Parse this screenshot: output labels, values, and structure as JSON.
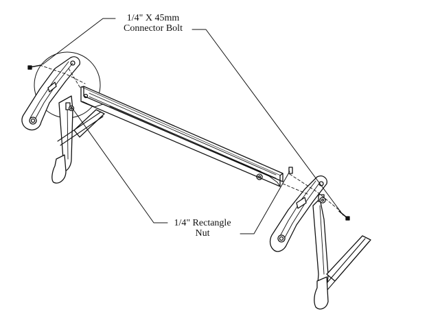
{
  "diagram": {
    "callouts": {
      "bolt": {
        "line1": "1/4\" X 45mm",
        "line2": "Connector Bolt"
      },
      "nut": {
        "line1": "1/4\" Rectangle",
        "line2": "Nut"
      }
    },
    "colors": {
      "stroke": "#111111",
      "fill": "#ffffff",
      "shade": "#d9d9d9"
    }
  }
}
